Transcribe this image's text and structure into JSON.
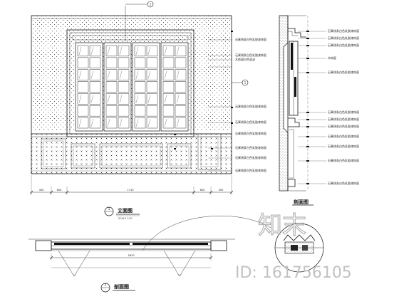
{
  "elevation": {
    "section_marker_top": "1",
    "callout_right": "1",
    "callouts": [
      "石膏线条白色乳胶漆饰面",
      "石膏线条白色乳胶漆饰面",
      "木饰面白色混油",
      "石膏线条白色乳胶漆饰面",
      "石膏线条白色乳胶漆饰面",
      "石膏线条白色乳胶漆饰面",
      "石膏线条白色乳胶漆饰面",
      "石膏线条白色乳胶漆饰面",
      "石膏线条白色乳胶漆饰面"
    ],
    "dimensions": [
      "450",
      "650",
      "1710",
      "650",
      "450"
    ],
    "title": "立面图",
    "title_marker": "1",
    "scale": "SCALE 1:20"
  },
  "section": {
    "title": "剖面图",
    "callouts": [
      "石膏线条白色乳胶漆饰面",
      "石膏线条白色乳胶漆饰面",
      "石膏线条白色乳胶漆饰面",
      "木饰面",
      "石膏线条白色乳胶漆饰面",
      "石膏线条白色乳胶漆饰面",
      "石膏线条白色乳胶漆饰面",
      "石膏线条白色乳胶漆饰面",
      "石膏线条白色乳胶漆饰面",
      "石膏线条白色乳胶漆饰面",
      "石膏线条白色乳胶漆饰面",
      "石膏线条白色乳胶漆饰面"
    ]
  },
  "plan": {
    "title": "剖面图",
    "title_marker": "1",
    "dimension": "3670"
  },
  "watermark": {
    "brand": "知末",
    "id_text": "ID: 161756105"
  }
}
